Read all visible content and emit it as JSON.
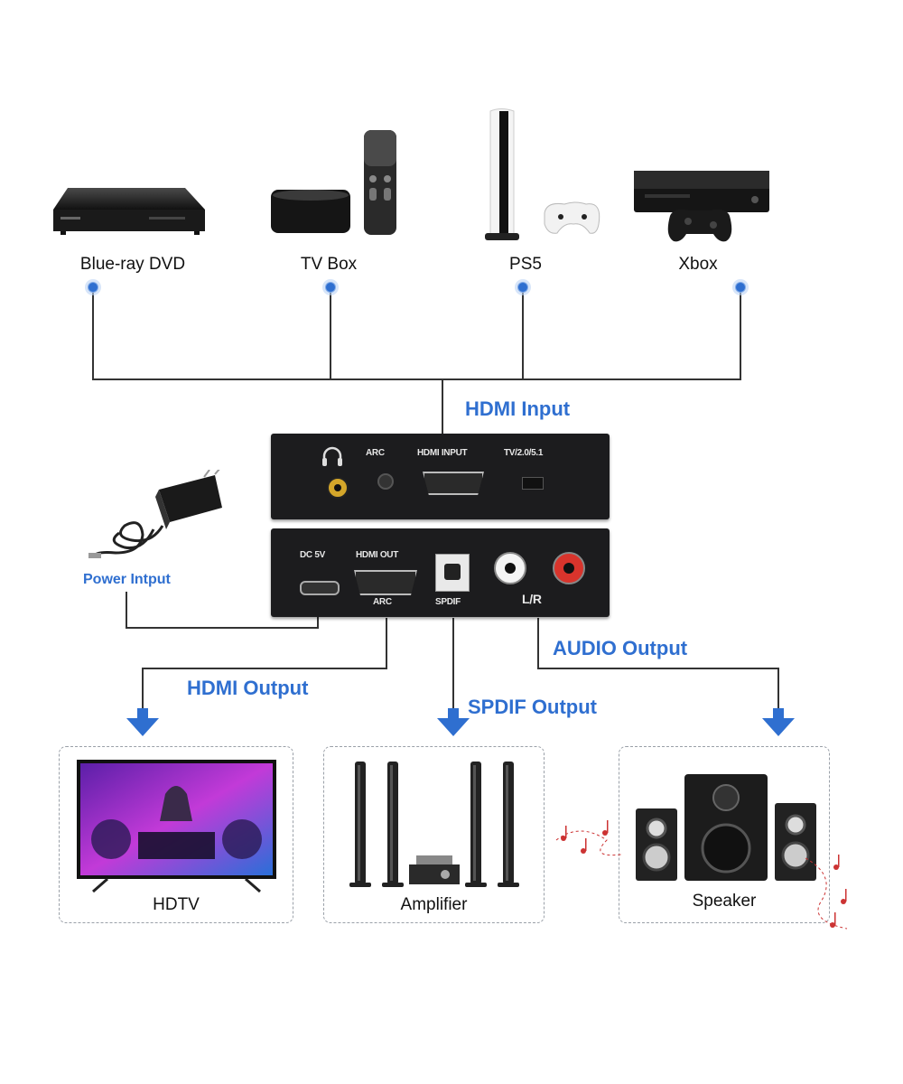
{
  "sources": [
    {
      "label": "Blue-ray DVD",
      "icon": "bluray-player-icon"
    },
    {
      "label": "TV Box",
      "icon": "tv-box-icon"
    },
    {
      "label": "PS5",
      "icon": "ps5-console-icon"
    },
    {
      "label": "Xbox",
      "icon": "xbox-console-icon"
    }
  ],
  "labels": {
    "hdmi_input": "HDMI Input",
    "power_input": "Power Intput",
    "hdmi_output": "HDMI Output",
    "spdif_output": "SPDIF Output",
    "audio_output": "AUDIO Output"
  },
  "device_top": {
    "arc": "ARC",
    "hdmi_input": "HDMI INPUT",
    "mode": "TV/2.0/5.1"
  },
  "device_bottom": {
    "dc": "DC 5V",
    "hdmi_out": "HDMI OUT",
    "arc": "ARC",
    "spdif": "SPDIF",
    "lr": "L/R"
  },
  "outputs": [
    {
      "label": "HDTV",
      "icon": "hdtv-icon"
    },
    {
      "label": "Amplifier",
      "icon": "amplifier-speakers-icon"
    },
    {
      "label": "Speaker",
      "icon": "speaker-system-icon"
    }
  ],
  "colors": {
    "accent_blue": "#2f6fd0",
    "line": "#333333",
    "device_body": "#1c1c1e"
  }
}
